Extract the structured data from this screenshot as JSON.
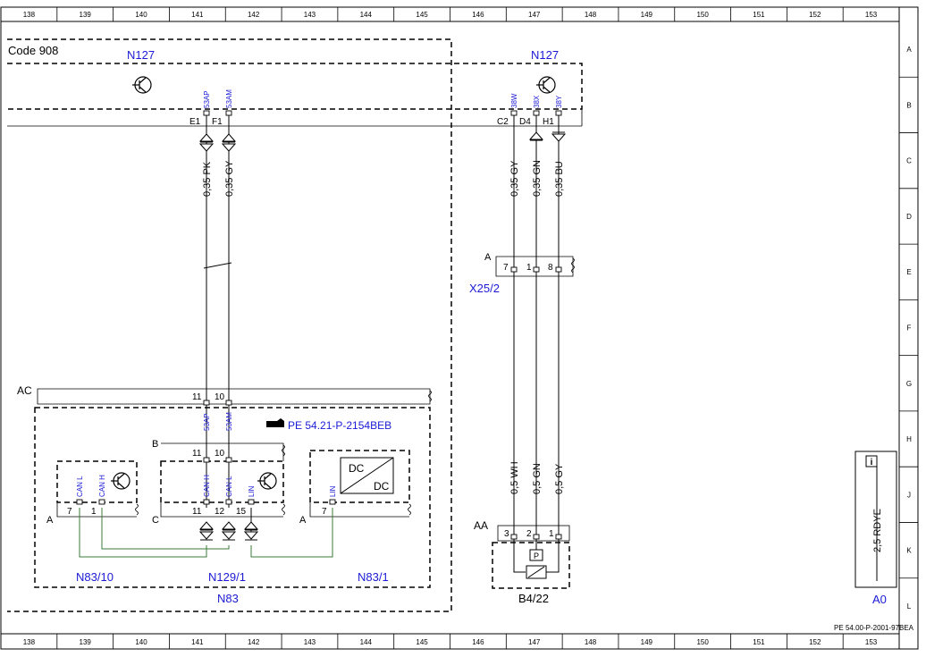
{
  "grid": {
    "columns": [
      "138",
      "139",
      "140",
      "141",
      "142",
      "143",
      "144",
      "145",
      "146",
      "147",
      "148",
      "149",
      "150",
      "151",
      "152",
      "153"
    ],
    "rows": [
      "A",
      "B",
      "C",
      "D",
      "E",
      "F",
      "G",
      "H",
      "J",
      "K",
      "L"
    ]
  },
  "code_label": "Code 908",
  "doc_ref": "PE 54.00-P-2001-97BEA",
  "cross_ref": "PE 54.21-P-2154BEB",
  "components": {
    "n127_left": "N127",
    "n127_right": "N127",
    "x25_2": "X25/2",
    "b4_22": "B4/22",
    "n83": "N83",
    "n83_10": "N83/10",
    "n129_1": "N129/1",
    "n83_1": "N83/1",
    "a0": "A0",
    "dc_top": "DC",
    "dc_bottom": "DC",
    "sensor_p": "P"
  },
  "connectors": {
    "ac": "AC",
    "aa": "AA",
    "x25_side": "A",
    "n83_10_side": "A",
    "n129_1_top": "B",
    "n129_1_side": "C",
    "n83_1_side": "A"
  },
  "pins": {
    "n127_e1": "E1",
    "n127_f1": "F1",
    "n127_c2": "C2",
    "n127_d4": "D4",
    "n127_h1": "H1",
    "ac_11": "11",
    "ac_10": "10",
    "b_11": "11",
    "b_10": "10",
    "n83_10_7": "7",
    "n83_10_1": "1",
    "c_11": "11",
    "c_12": "12",
    "c_15": "15",
    "n83_1_7": "7",
    "x25_7": "7",
    "x25_1": "1",
    "x25_8": "8",
    "aa_3": "3",
    "aa_2": "2",
    "aa_1": "1"
  },
  "signals": {
    "n127_53ap": "53AP",
    "n127_53am": "53AM",
    "n127_38w": "38W",
    "n127_38x": "38X",
    "n127_38y": "38Y",
    "n83_53ap": "53AP",
    "n83_53am": "53AM",
    "n83_10_canl": "CAN L",
    "n83_10_canh": "CAN H",
    "n129_canh": "CAN H",
    "n129_canl": "CAN L",
    "n129_lin": "LIN",
    "n83_1_lin": "LIN"
  },
  "wires": {
    "w_pk": "0,35 PK",
    "w_gy1": "0,35 GY",
    "w_gy2": "0,35 GY",
    "w_gn": "0,35 GN",
    "w_bu": "0,35 BU",
    "w_wh05": "0,5 WH",
    "w_gn05": "0,5 GN",
    "w_gy05": "0,5 GY",
    "w_rdye": "2,5 RDYE"
  },
  "colors": {
    "label_blue": "#1a1ad6",
    "can_green": "#3a7a3a",
    "line": "#000000"
  }
}
